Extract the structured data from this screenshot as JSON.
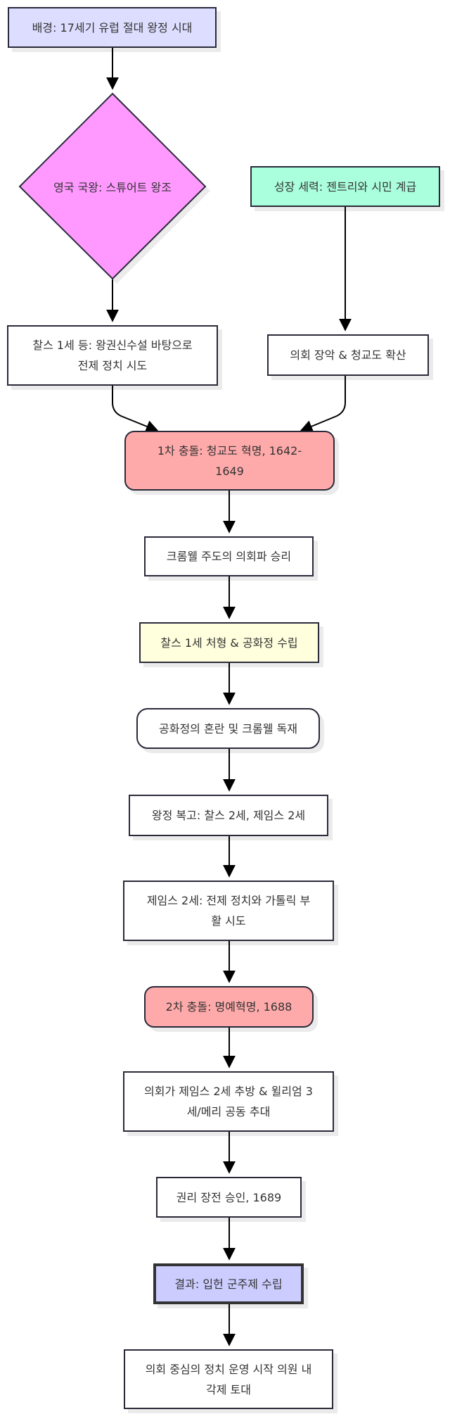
{
  "diagram": {
    "nodes": {
      "background": "배경: 17세기 유럽 절대 왕정 시대",
      "king": "영국 국왕: 스튜어트 왕조",
      "rising": "성장 세력: 젠트리와 시민 계급",
      "charles1": "찰스 1세 등: 왕권신수설 바탕으로 전제 정치 시도",
      "parliament": "의회 장악 & 청교도 확산",
      "conflict1": "1차 충돌: 청교도 혁명, 1642-1649",
      "cromwell": "크롬웰 주도의 의회파 승리",
      "execution": "찰스 1세 처형 & 공화정 수립",
      "chaos": "공화정의 혼란 및 크롬웰 독재",
      "restoration": "왕정 복고: 찰스 2세, 제임스 2세",
      "james2": "제임스 2세: 전제 정치와 가톨릭 부활 시도",
      "conflict2": "2차 충돌: 명예혁명, 1688",
      "exile": "의회가 제임스 2세 추방 & 윌리엄 3세/메리 공동 추대",
      "bill": "권리 장전 승인, 1689",
      "result": "결과: 입헌 군주제 수립",
      "final": "의회 중심의 정치 운영 시작 의원 내각제 토대"
    },
    "colors": {
      "background": "#ddddff",
      "king": "#ff99ff",
      "rising": "#aaffdd",
      "conflict": "#ffaaaa",
      "execution": "#ffffdd",
      "result": "#ccccff",
      "plain": "#ffffff",
      "border": "#2a2a3a"
    }
  }
}
